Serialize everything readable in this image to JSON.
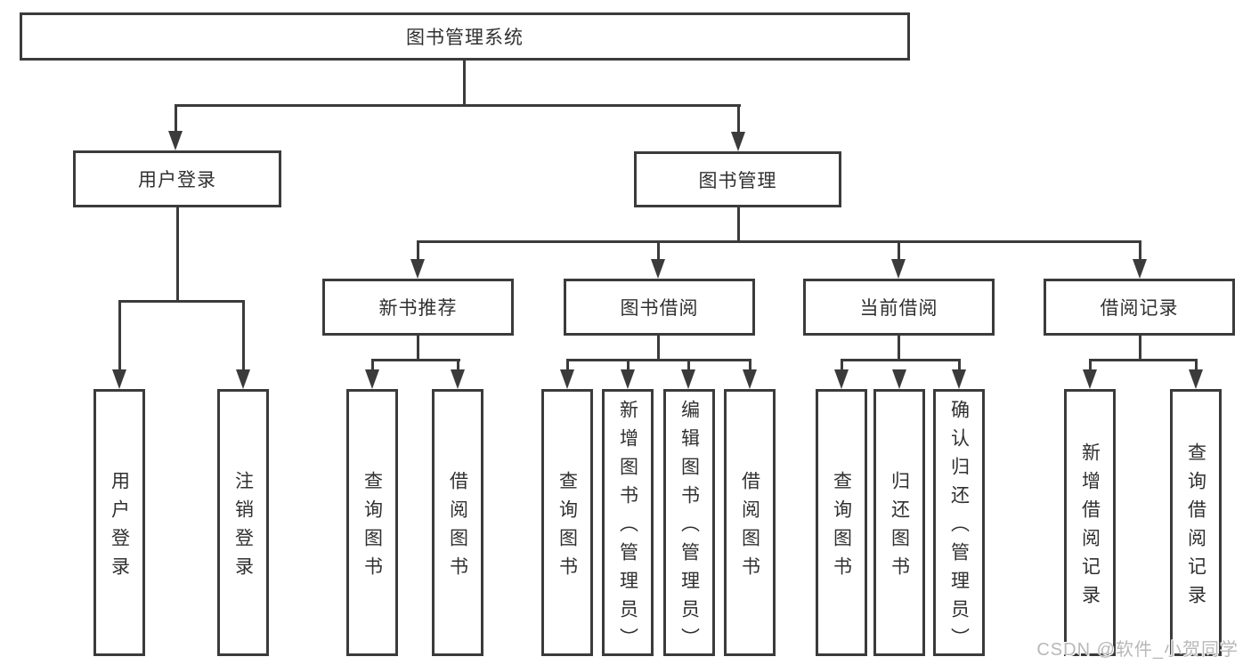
{
  "colors": {
    "line": "#3b3b3b",
    "text": "#303030",
    "box_bg": "#ffffff",
    "watermark": "#b8b8b8",
    "page_bg": "#ffffff"
  },
  "watermark": "CSDN @软件_小贺同学",
  "tree": {
    "label": "图书管理系统",
    "children": [
      {
        "label": "用户登录",
        "children": [
          {
            "label": "用户登录"
          },
          {
            "label": "注销登录"
          }
        ]
      },
      {
        "label": "图书管理",
        "children": [
          {
            "label": "新书推荐",
            "children": [
              {
                "label": "查询图书"
              },
              {
                "label": "借阅图书"
              }
            ]
          },
          {
            "label": "图书借阅",
            "children": [
              {
                "label": "查询图书"
              },
              {
                "label": "新增图书（管理员）"
              },
              {
                "label": "编辑图书（管理员）"
              },
              {
                "label": "借阅图书"
              }
            ]
          },
          {
            "label": "当前借阅",
            "children": [
              {
                "label": "查询图书"
              },
              {
                "label": "归还图书"
              },
              {
                "label": "确认归还（管理员）"
              }
            ]
          },
          {
            "label": "借阅记录",
            "children": [
              {
                "label": "新增借阅记录"
              },
              {
                "label": "查询借阅记录"
              }
            ]
          }
        ]
      }
    ]
  }
}
